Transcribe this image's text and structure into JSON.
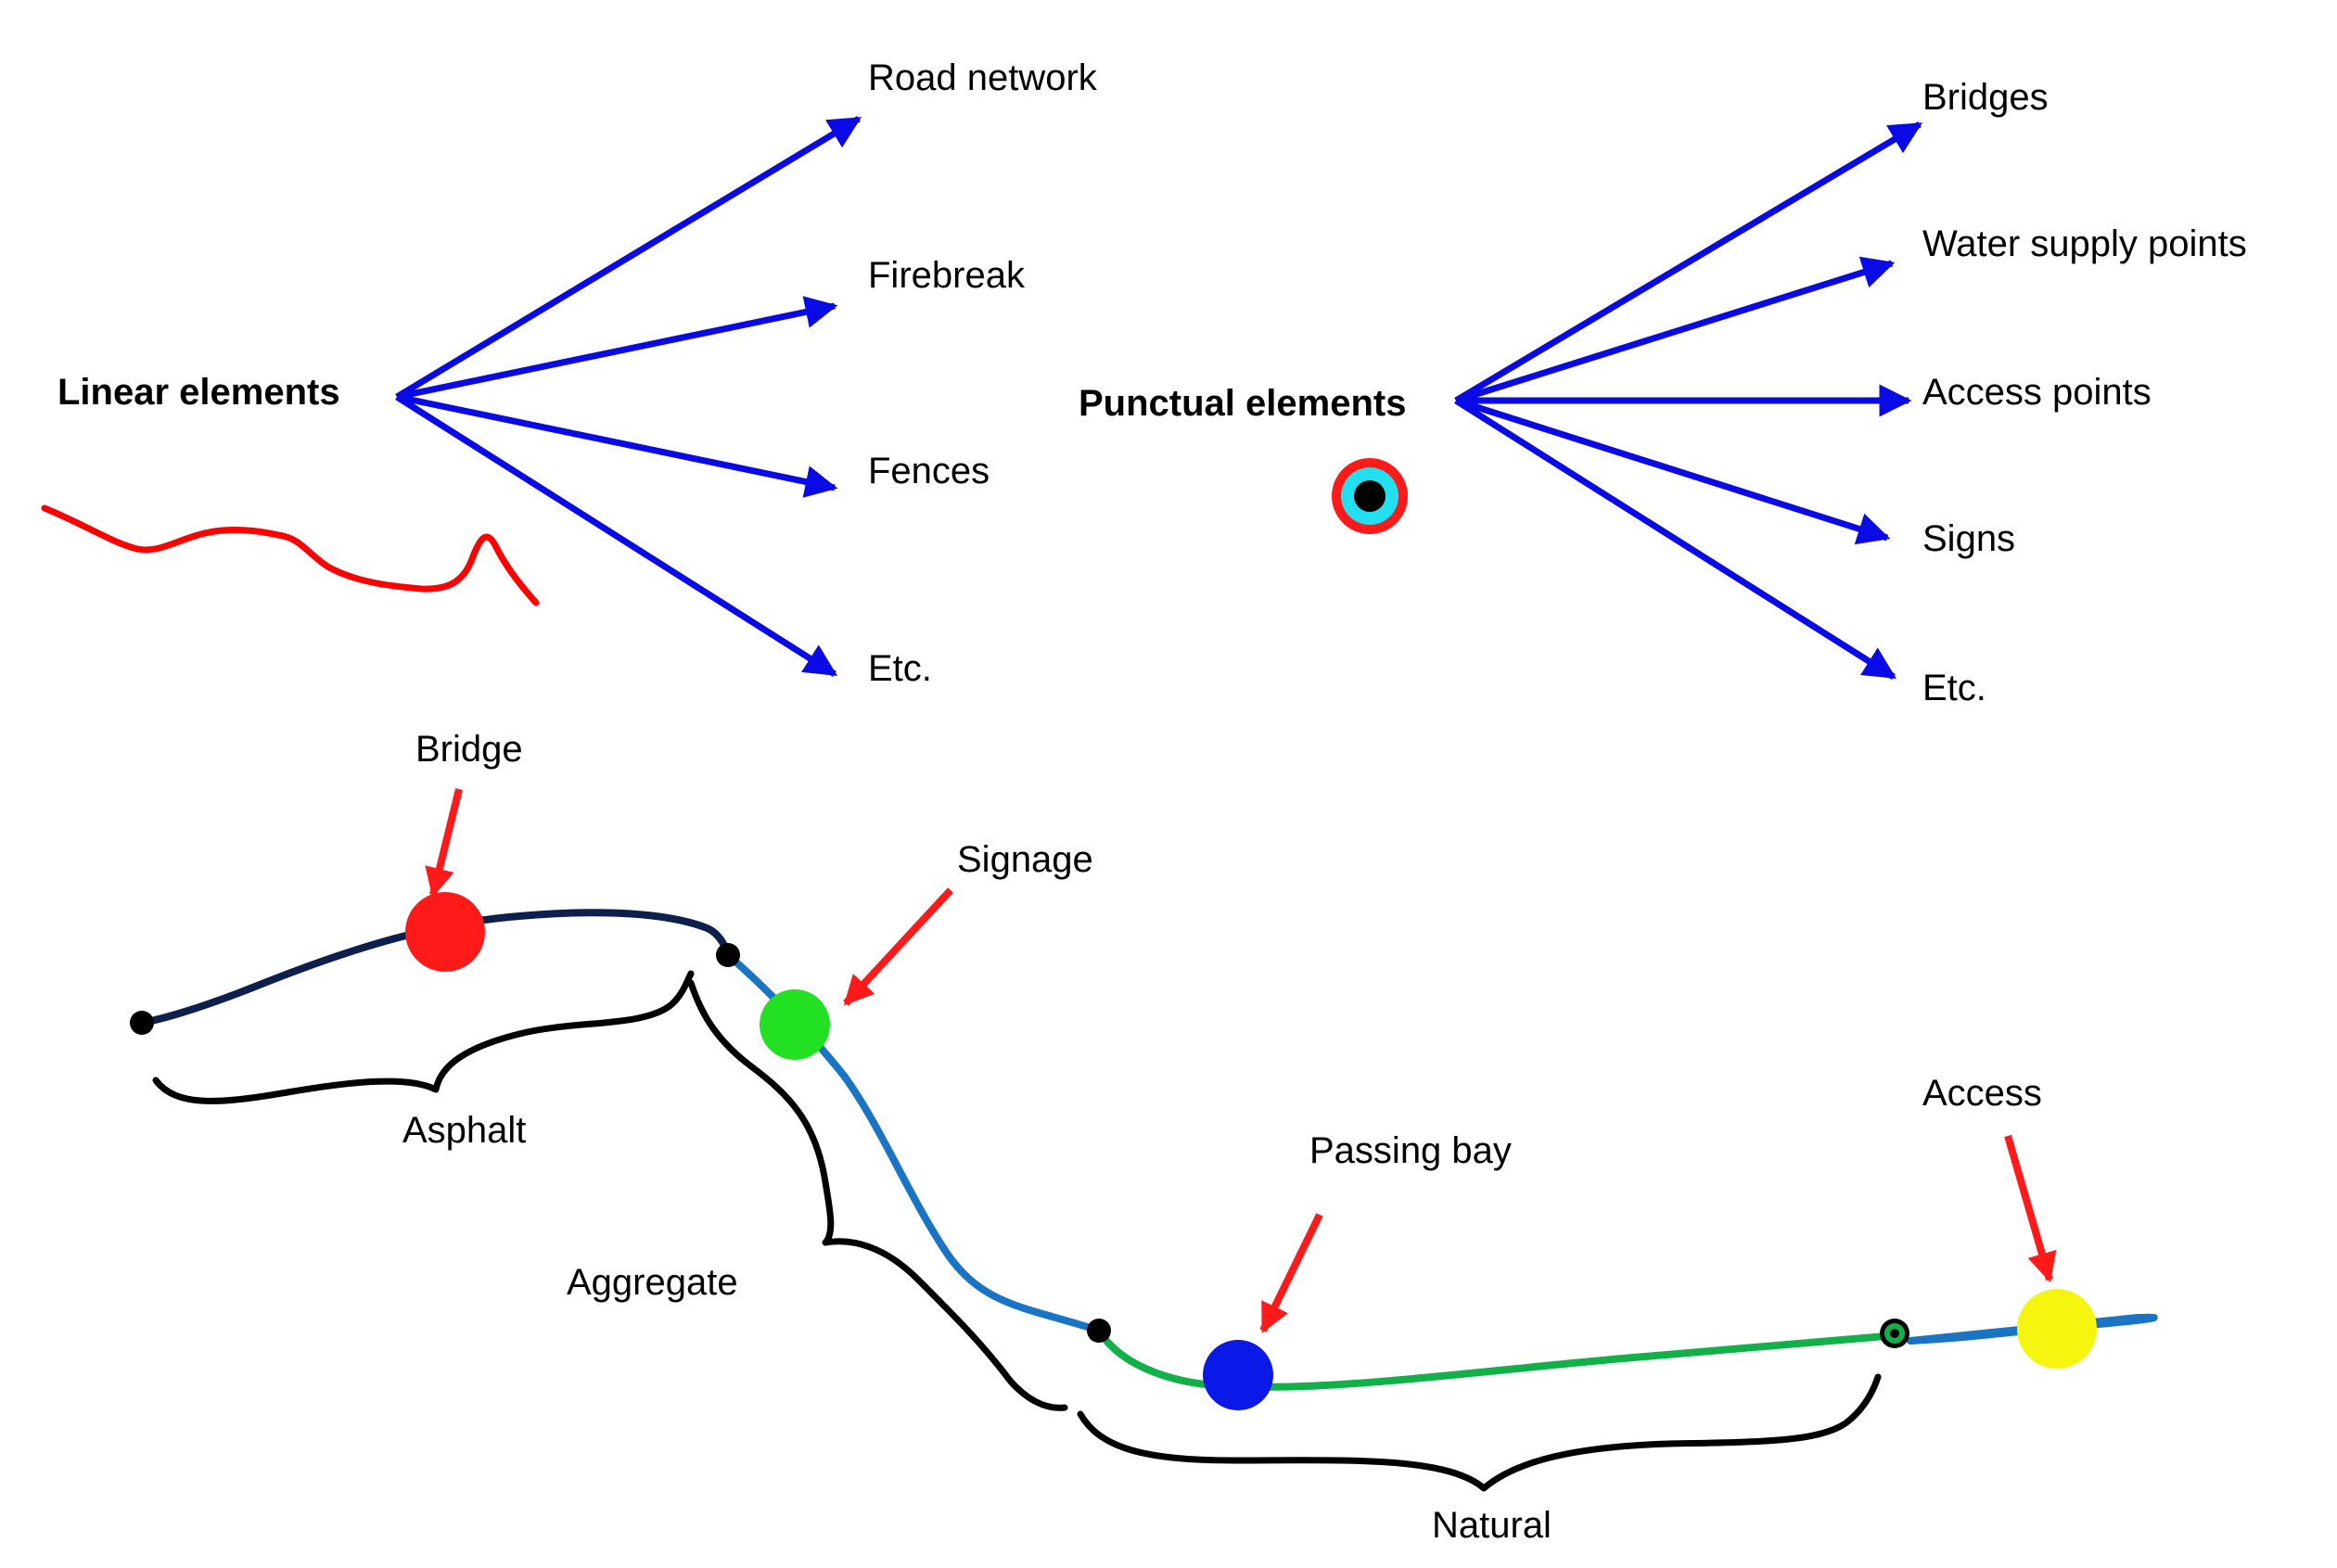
{
  "linear": {
    "title": "Linear elements",
    "items": [
      "Road network",
      "Firebreak",
      "Fences",
      "Etc."
    ]
  },
  "punctual": {
    "title": "Punctual elements",
    "items": [
      "Bridges",
      "Water supply points",
      "Access points",
      "Signs",
      "Etc."
    ]
  },
  "road": {
    "callouts": {
      "bridge": "Bridge",
      "signage": "Signage",
      "passing_bay": "Passing bay",
      "access": "Access"
    },
    "sections": {
      "asphalt": "Asphalt",
      "aggregate": "Aggregate",
      "natural": "Natural"
    }
  },
  "colors": {
    "arrow": "#0a0ae6",
    "callout_arrow": "#ff1a1a",
    "sample_line": "#ff0000",
    "asphalt": "#0d1f4d",
    "aggregate": "#1a74c4",
    "natural": "#12b048",
    "access_segment": "#1a74c4",
    "bridge_dot": "#ff1a1a",
    "signage_dot": "#22e022",
    "passing_bay_dot": "#0a18e8",
    "access_dot": "#f5f50f",
    "symbol_outer": "#ff1a1a",
    "symbol_mid": "#22e0f0",
    "symbol_inner": "#000000"
  }
}
